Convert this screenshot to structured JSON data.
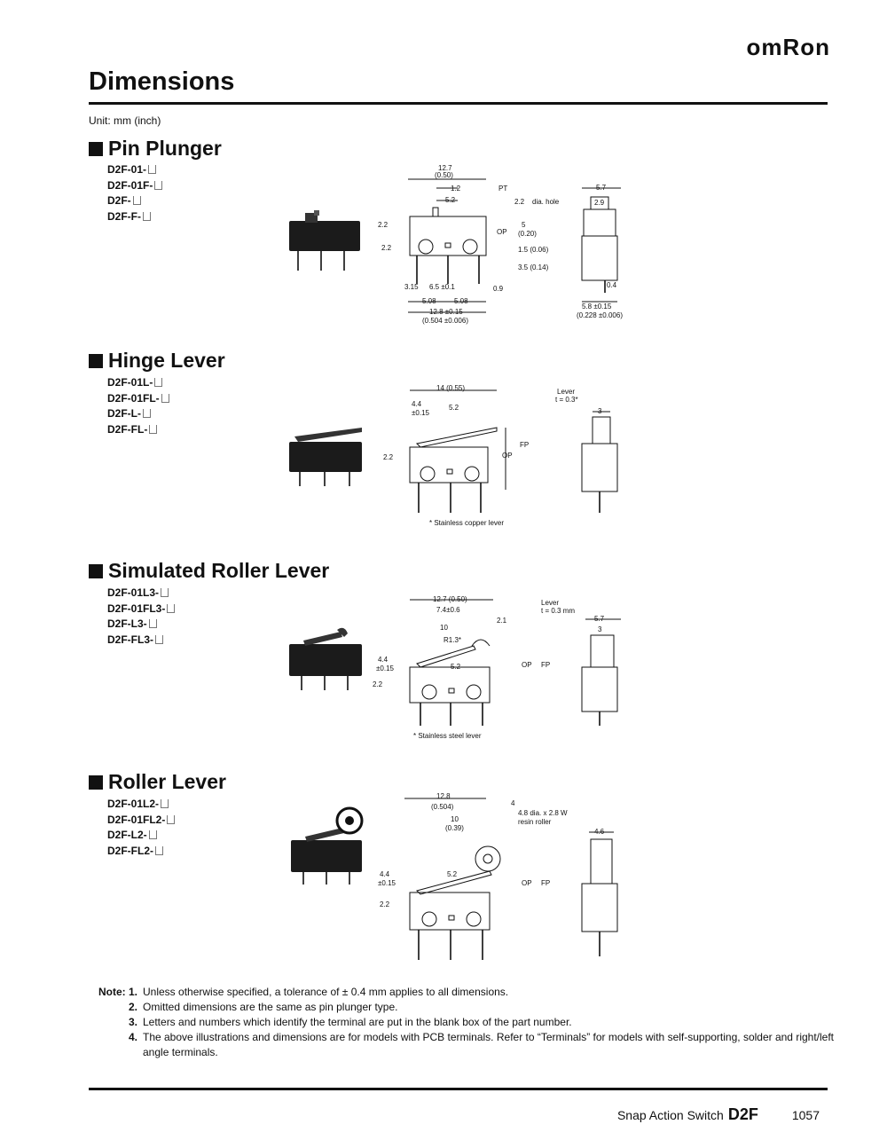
{
  "header": {
    "brand": "omRon"
  },
  "page": {
    "title": "Dimensions",
    "unit": "Unit: mm (inch)"
  },
  "sections": [
    {
      "title": "Pin Plunger",
      "models": [
        "D2F-01-",
        "D2F-01F-",
        "D2F-",
        "D2F-F-"
      ]
    },
    {
      "title": "Hinge Lever",
      "models": [
        "D2F-01L-",
        "D2F-01FL-",
        "D2F-L-",
        "D2F-FL-"
      ]
    },
    {
      "title": "Simulated Roller Lever",
      "models": [
        "D2F-01L3-",
        "D2F-01FL3-",
        "D2F-L3-",
        "D2F-FL3-"
      ]
    },
    {
      "title": "Roller Lever",
      "models": [
        "D2F-01L2-",
        "D2F-01FL2-",
        "D2F-L2-",
        "D2F-FL2-"
      ]
    }
  ],
  "drawings": {
    "pin": {
      "d1": "12.7",
      "d1i": "(0.50)",
      "d2": "1.2",
      "d3": "5.2",
      "pt": "PT",
      "hole": "dia. hole",
      "d4": "2.2",
      "op": "OP",
      "d5": "5",
      "d5i": "(0.20)",
      "d6": "1.5 (0.06)",
      "d7": "3.5 (0.14)",
      "d8": "3.15",
      "d9": "6.5 ±0.1",
      "d10": "0.9",
      "d11": "5.08",
      "d12": "5.08",
      "d13": "12.8 ±0.15",
      "d13i": "(0.504 ±0.006)",
      "s1": "5.7",
      "s2": "2.9",
      "s3": "0.4",
      "s4": "5.8 ±0.15",
      "s4i": "(0.228 ±0.006)"
    },
    "hinge": {
      "d1": "14 (0.55)",
      "d2": "4.4",
      "d2t": "±0.15",
      "d3": "5.2",
      "fp": "FP",
      "op": "OP",
      "d4": "2.2",
      "lever": "Lever",
      "leverT": "t = 0.3*",
      "s1": "3",
      "note": "* Stainless copper lever"
    },
    "sim": {
      "d1": "12.7 (0.50)",
      "d2": "7.4±0.6",
      "d3": "10",
      "d4": "2.1",
      "r": "R1.3*",
      "d5": "4.4",
      "d5t": "±0.15",
      "d6": "5.2",
      "op": "OP",
      "fp": "FP",
      "d7": "2.2",
      "lever": "Lever",
      "leverT": "t = 0.3 mm",
      "s1": "5.7",
      "s2": "3",
      "note": "* Stainless steel lever"
    },
    "roller": {
      "d1": "12.8",
      "d1i": "(0.504)",
      "d2": "4",
      "roller": "4.8 dia. x 2.8 W",
      "roller2": "resin roller",
      "d3": "10",
      "d3i": "(0.39)",
      "d4": "4.4",
      "d4t": "±0.15",
      "d5": "5.2",
      "op": "OP",
      "fp": "FP",
      "d6": "2.2",
      "s1": "4.6"
    }
  },
  "notes": {
    "label": "Note:",
    "items": [
      {
        "num": "1.",
        "text": "Unless otherwise specified, a tolerance of ± 0.4 mm applies to all dimensions."
      },
      {
        "num": "2.",
        "text": "Omitted dimensions are the same as pin plunger type."
      },
      {
        "num": "3.",
        "text": "Letters and numbers which identify the terminal are put in the blank box of the part number."
      },
      {
        "num": "4.",
        "text": "The above illustrations and dimensions are for models with PCB terminals. Refer to “Terminals” for models with self-supporting, solder and right/left angle terminals."
      }
    ]
  },
  "footer": {
    "label": "Snap Action Switch",
    "product": "D2F",
    "page_number": "1057"
  }
}
